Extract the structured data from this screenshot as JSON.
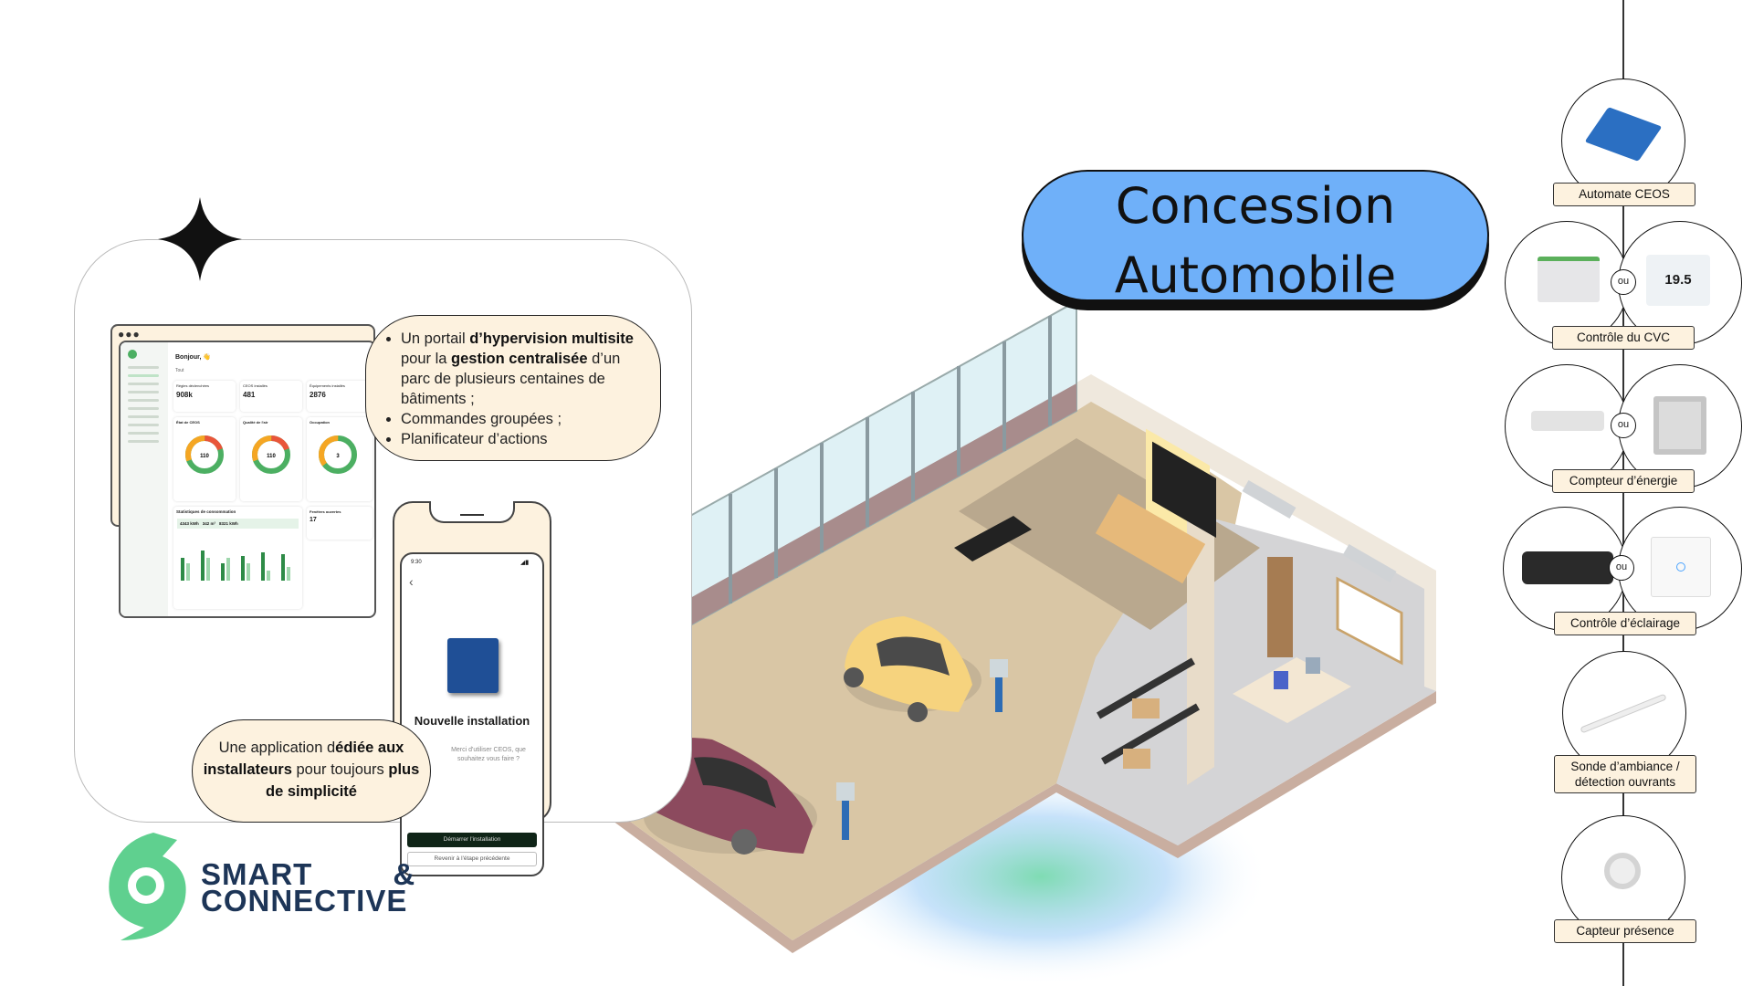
{
  "title": {
    "line1": "Concession",
    "line2": "Automobile"
  },
  "portal_bubble": {
    "items": [
      {
        "pre": "Un portail ",
        "bold1": "d’hypervision multisite",
        "mid": " pour la ",
        "bold2": "gestion centralisée",
        "post": " d’un parc de plusieurs centaines de bâtiments ;"
      },
      {
        "text": "Commandes groupées ;"
      },
      {
        "text": "Planificateur d’actions"
      }
    ]
  },
  "app_bubble": {
    "pre": "Une application d",
    "bold1": "édiée aux installateurs",
    "mid": " pour toujours ",
    "bold2": "plus de simplicité"
  },
  "dashboard": {
    "greeting": "Bonjour, 👋",
    "tab": "Tout",
    "kpis": [
      {
        "label": "Règles déclenchées",
        "value": "908k"
      },
      {
        "label": "CEOS installés",
        "value": "481"
      },
      {
        "label": "Équipements installés",
        "value": "2876"
      }
    ],
    "donuts": [
      {
        "label": "État de CEOS",
        "total": "110"
      },
      {
        "label": "Qualité de l'air",
        "total": "110"
      },
      {
        "label": "Occupation",
        "total": "3"
      }
    ],
    "stats_title": "Statistiques de consommation",
    "stats": [
      "4343 kWh",
      "342 m³",
      "8321 kWh"
    ],
    "windows_title": "Fenêtres ouvertes",
    "windows_value": "17",
    "colors": {
      "green": "#4caf62",
      "orange": "#f5a623",
      "red": "#e9553a"
    }
  },
  "phone": {
    "time": "9:30",
    "title": "Nouvelle installation",
    "subtitle": "Merci d'utiliser CEOS, que souhaitez vous faire ?",
    "primary_button": "Démarrer l'installation",
    "secondary_button": "Revenir à l'étape précédente"
  },
  "logo": {
    "line1": "SMART",
    "amp": "&",
    "line2": "CONNECTIVE",
    "color": "#5fd08f"
  },
  "devices": {
    "or_label": "ou",
    "automate": "Automate CEOS",
    "cvc": "Contrôle du CVC",
    "cvc_display": "19.5",
    "energie": "Compteur d’énergie",
    "eclairage": "Contrôle d’éclairage",
    "sonde": "Sonde d’ambiance / détection ouvrants",
    "capteur": "Capteur présence"
  }
}
